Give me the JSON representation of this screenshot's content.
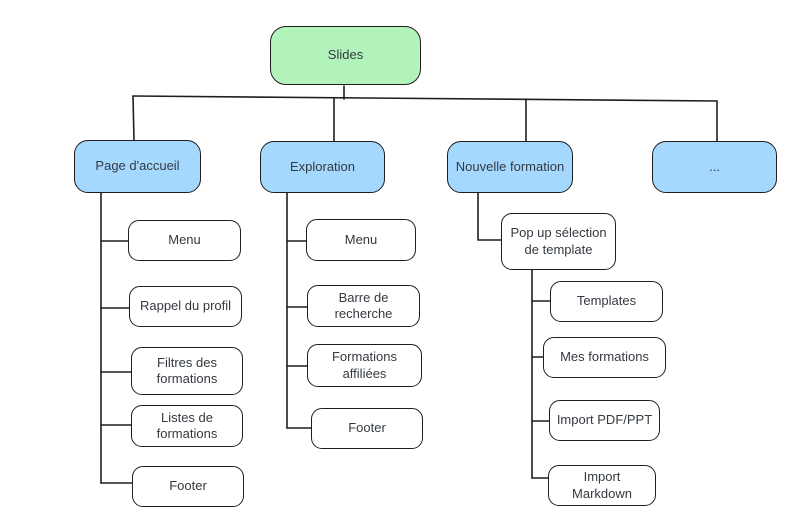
{
  "palette": {
    "root_fill": "#b2f2bb",
    "section_fill": "#a5d8ff",
    "leaf_fill": "#ffffff",
    "stroke": "#1e1e1e",
    "text_color": "#343a40"
  },
  "tree": {
    "root": {
      "label": "Slides"
    },
    "sections": [
      {
        "label": "Page d'accueil",
        "children": [
          "Menu",
          "Rappel du profil",
          "Filtres des formations",
          "Listes de formations",
          "Footer"
        ]
      },
      {
        "label": "Exploration",
        "children": [
          "Menu",
          "Barre de recherche",
          "Formations affiliées",
          "Footer"
        ]
      },
      {
        "label": "Nouvelle formation",
        "popup": {
          "label": "Pop up sélection de template",
          "children": [
            "Templates",
            "Mes formations",
            "Import PDF/PPT",
            "Import Markdown"
          ]
        }
      },
      {
        "label": "..."
      }
    ]
  }
}
